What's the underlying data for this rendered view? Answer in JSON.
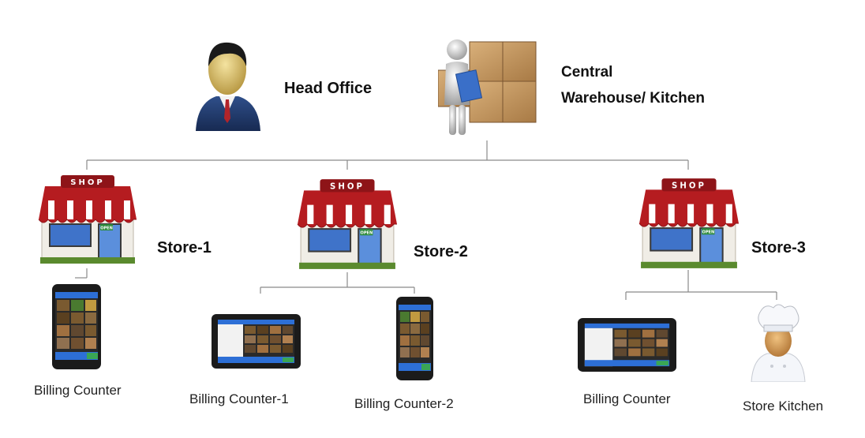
{
  "nodes": {
    "head_office": {
      "label": "Head Office"
    },
    "warehouse": {
      "line1": "Central",
      "line2": "Warehouse/ Kitchen"
    },
    "stores": [
      {
        "label": "Store-1",
        "sign": "SHOP",
        "open": "OPEN"
      },
      {
        "label": "Store-2",
        "sign": "SHOP",
        "open": "OPEN"
      },
      {
        "label": "Store-3",
        "sign": "SHOP",
        "open": "OPEN"
      }
    ],
    "devices": [
      {
        "label": "Billing Counter"
      },
      {
        "label": "Billing Counter-1"
      },
      {
        "label": "Billing Counter-2"
      },
      {
        "label": "Billing Counter"
      },
      {
        "label": "Store Kitchen"
      }
    ]
  }
}
